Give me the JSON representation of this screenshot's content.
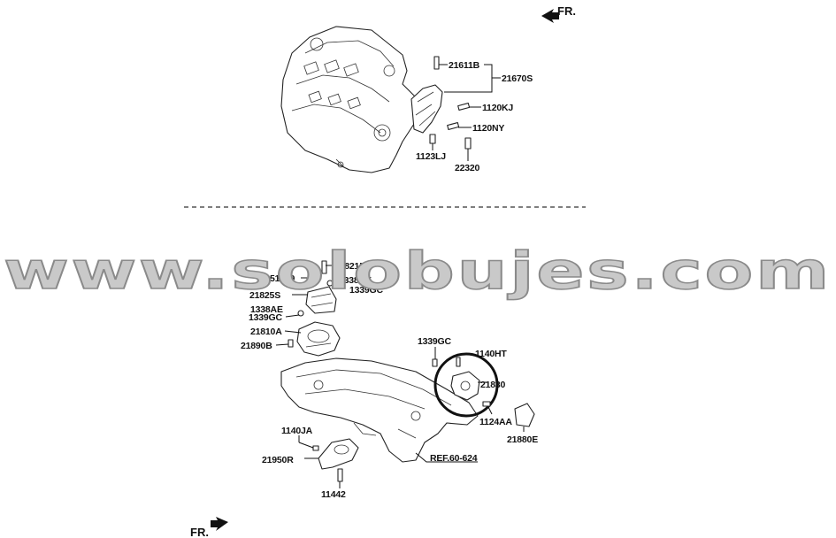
{
  "orientation": {
    "fr_top": "FR.",
    "fr_bottom": "FR."
  },
  "watermark": "www.solobujes.com",
  "callouts_top": {
    "p21611B": "21611B",
    "p21670S": "21670S",
    "p1120KJ": "1120KJ",
    "p1120NY": "1120NY",
    "p1123LJ": "1123LJ",
    "p22320": "22320"
  },
  "callouts_bottom": {
    "p21821E": "21821E",
    "p51759": "51759",
    "p1338AE_a": "1338AE",
    "p1339GC_a": "1339GC",
    "p21825S": "21825S",
    "p1338AE_b": "1338AE",
    "p1339GC_b": "1339GC",
    "p21810A": "21810A",
    "p21890B": "21890B",
    "p1339GC_c": "1339GC",
    "p1140HT": "1140HT",
    "p21830": "21830",
    "p1124AA": "1124AA",
    "p21880E": "21880E",
    "p1140JA": "1140JA",
    "p21950R": "21950R",
    "p11442": "11442",
    "ref": "REF.60-624"
  }
}
